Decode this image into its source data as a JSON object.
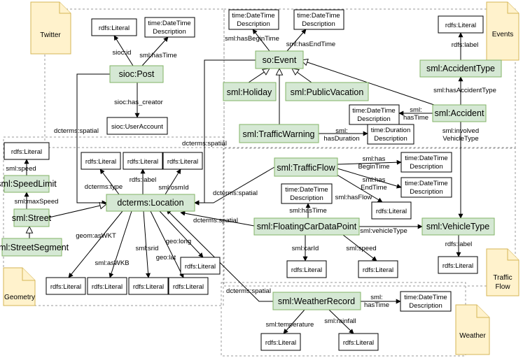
{
  "regions": {
    "twitter": "Twitter",
    "events": "Events",
    "geometry": "Geometry",
    "traffic_flow": [
      "Traffic",
      "Flow"
    ],
    "weather": "Weather"
  },
  "classes": {
    "post": "sioc:Post",
    "event": "so:Event",
    "holiday": "sml:Holiday",
    "public_vacation": "sml:PublicVacation",
    "accident_type": "sml:AccidentType",
    "accident": "sml:Accident",
    "traffic_warning": "sml:TrafficWarning",
    "speed_limit": "sml:SpeedLimit",
    "street": "sml:Street",
    "street_segment": "sml:StreetSegment",
    "location": "dcterms:Location",
    "traffic_flow": "sml:TrafficFlow",
    "fcd_point": "sml:FloatingCarDataPoint",
    "vehicle_type": "sml:VehicleType",
    "weather_record": "sml:WeatherRecord"
  },
  "literals": {
    "rdfs_literal": "rdfs:Literal",
    "user_account": "sioc:UserAccount",
    "datetime_desc": [
      "time:DateTime",
      "Description"
    ],
    "duration_desc": [
      "time:Duration",
      "Description"
    ]
  },
  "edges": {
    "sioc_id": "sioc:id",
    "sml_hasTime": "sml:hasTime",
    "sioc_has_creator": "sioc:has_creator",
    "dcterms_spatial": "dcterms:spatial",
    "sml_hasBeginTime": "sml:hasBeginTime",
    "sml_hasEndTime": "sml:hasEndTime",
    "rdfs_label": "rdfs:label",
    "sml_hasAccidentType": "sml:hasAccidentType",
    "sml_has_time_split": [
      "sml:",
      "hasTime"
    ],
    "sml_hasDuration_split": [
      "sml:",
      "hasDuration"
    ],
    "sml_involvedVehicleType": [
      "sml:involved",
      "VehicleType"
    ],
    "sml_speed": "sml:speed",
    "sml_maxSpeed": "sml:maxSpeed",
    "dcterms_type": "dcterms:type",
    "sml_osmId": "sml:osmId",
    "geom_asWKT": "geom:asWKT",
    "sml_asWKB": "sml:asWKB",
    "sml_srid": "sml:srid",
    "geo_long": "geo:long",
    "geo_lat": "geo:lat",
    "sml_hasBeginTime_split": [
      "sml:has",
      "BeginTime"
    ],
    "sml_hasEndTime_split": [
      "sml:has",
      "EndTime"
    ],
    "sml_hasFlow": "sml:hasFlow",
    "sml_carId": "sml:carId",
    "sml_vehicleType": "sml:vehicleType",
    "sml_temperature": "sml:temperature",
    "sml_rainfall": "sml:rainfall"
  }
}
